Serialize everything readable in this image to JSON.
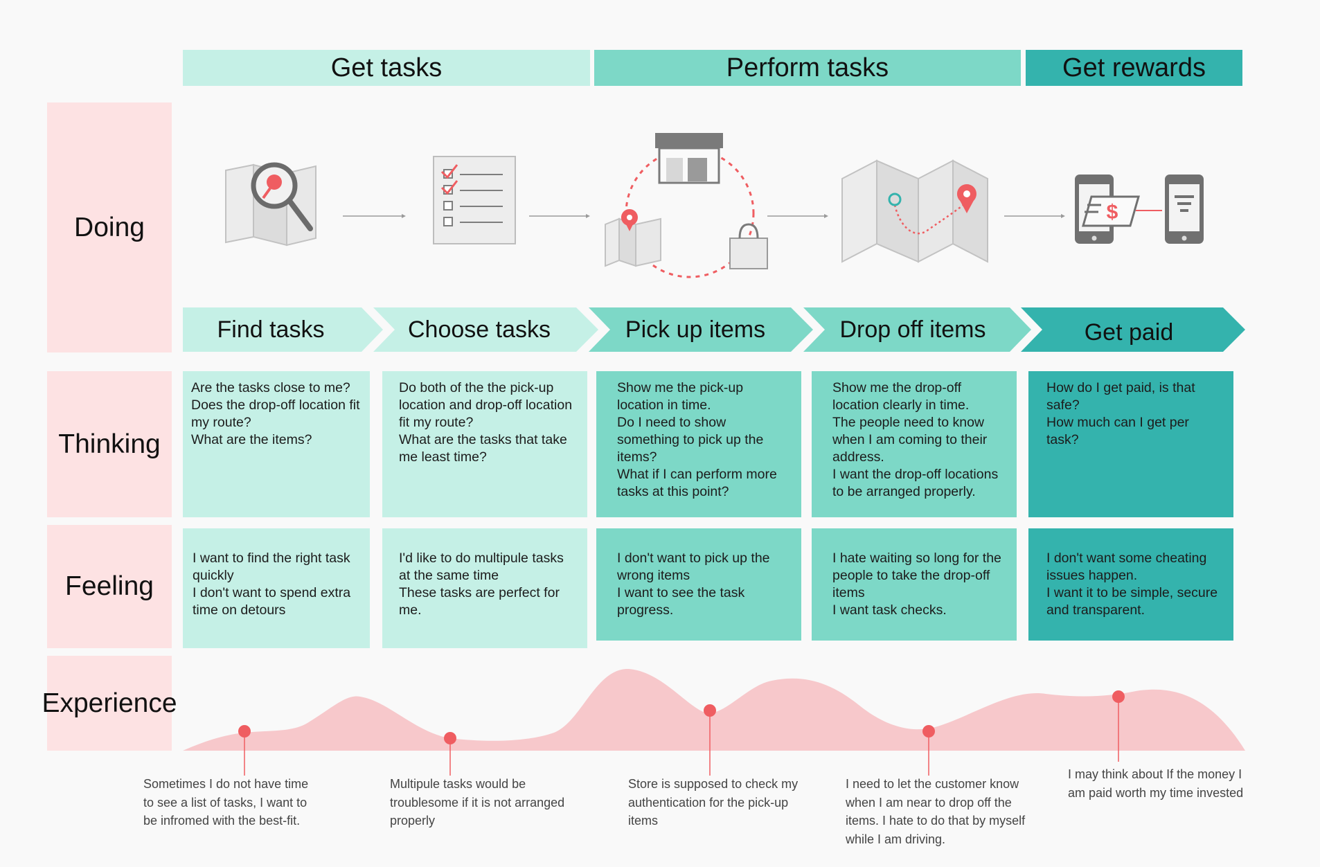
{
  "phases": [
    "Get tasks",
    "Perform tasks",
    "Get rewards"
  ],
  "rows": [
    "Doing",
    "Thinking",
    "Feeling",
    "Experience"
  ],
  "steps": [
    "Find tasks",
    "Choose tasks",
    "Pick up items",
    "Drop off items",
    "Get paid"
  ],
  "icons": [
    "map-search-icon",
    "checklist-icon",
    "store-pickup-cycle-icon",
    "map-route-icon",
    "mobile-payment-icon"
  ],
  "thinking": [
    [
      "Are the tasks close to me?",
      "Does the drop-off location fit",
      "my route?",
      "What are the items?"
    ],
    [
      "Do both of the the pick-up",
      "location and drop-off location",
      "fit my route?",
      "What are the tasks that take",
      "me least time?"
    ],
    [
      "Show me the pick-up",
      "location in time.",
      "Do I need to show",
      "something to pick up the",
      "items?",
      "What if I can perform more",
      "tasks at this point?"
    ],
    [
      "Show me the drop-off",
      "location clearly in time.",
      "The people need to know",
      "when I am coming to their",
      "address.",
      "I want the drop-off locations",
      "to be arranged properly."
    ],
    [
      "How do I get paid, is that",
      "safe?",
      "How much can I get per",
      "task?"
    ]
  ],
  "feeling": [
    [
      "I want to find the right task",
      "quickly",
      "I don't want to spend extra",
      "time on detours"
    ],
    [
      "I'd like to do multipule tasks",
      "at the same time",
      "These tasks are perfect for",
      "me."
    ],
    [
      "I don't want to pick up the",
      "wrong items",
      "I want to see the task",
      "progress."
    ],
    [
      "I hate waiting so long for the",
      "people to take the drop-off",
      "items",
      "I want task checks."
    ],
    [
      "I don't want some cheating",
      "issues happen.",
      "I want it to be simple, secure",
      "and transparent."
    ]
  ],
  "experience_notes": [
    [
      "Sometimes I do not have time",
      "to see a list of tasks, I want to",
      "be infromed with the best-fit."
    ],
    [
      "Multipule tasks would be",
      "troublesome if it is not arranged",
      "properly"
    ],
    [
      "Store is supposed to check my",
      "authentication for the pick-up",
      "items"
    ],
    [
      "I need to let the customer know",
      "when I am near to drop off the",
      "items. I hate to do that by myself",
      "while I am driving."
    ],
    [
      "I may think about If the money I",
      "am paid worth my time invested"
    ]
  ],
  "colors": {
    "background": "#f9f9f9",
    "label_pink": "#fde2e3",
    "teal_light": "#c5f0e6",
    "teal_mid": "#7dd8c7",
    "teal_dark": "#34b3ad",
    "curve_fill": "#f7c8cb",
    "marker_red": "#ef5d61",
    "icon_grey": "#6b6b6b"
  }
}
